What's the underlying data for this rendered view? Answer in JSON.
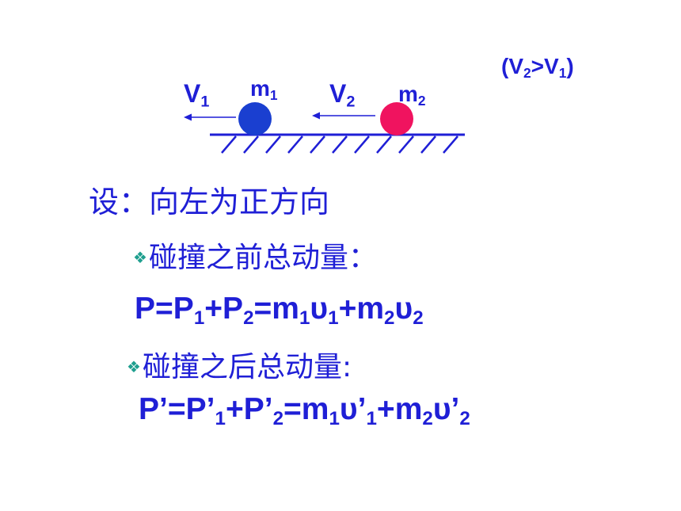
{
  "condition": {
    "open": "(V",
    "sub_a": "2",
    "mid": ">V",
    "sub_b": "1",
    "close": ")"
  },
  "labels": {
    "v1": {
      "base": "V",
      "sub": "1"
    },
    "m1": {
      "base": "m",
      "sub": "1"
    },
    "v2": {
      "base": "V",
      "sub": "2"
    },
    "m2": {
      "base": "m",
      "sub": "2"
    }
  },
  "colors": {
    "text": "#1f1fd6",
    "ball1": "#1a3fd0",
    "ball2": "#f0135f",
    "bullet": "#1f9f8f"
  },
  "bullet_icon": "❖",
  "setup": "设：向左为正方向",
  "before_label": "碰撞之前总动量：",
  "after_label": "碰撞之后总动量:",
  "eq_before": {
    "t1": "P=P",
    "s1": "1",
    "t2": "+P",
    "s2": "2",
    "t3": "=m",
    "s3": "1",
    "t4": "υ",
    "s4": "1",
    "t5": "+m",
    "s5": "2",
    "t6": "υ",
    "s6": "2"
  },
  "eq_after": {
    "t1": "P’=P’",
    "s1": "1",
    "t2": "+P’",
    "s2": "2",
    "t3": "=m",
    "s3": "1",
    "t4": "υ’",
    "s4": "1",
    "t5": "+m",
    "s5": "2",
    "t6": "υ’",
    "s6": "2"
  }
}
